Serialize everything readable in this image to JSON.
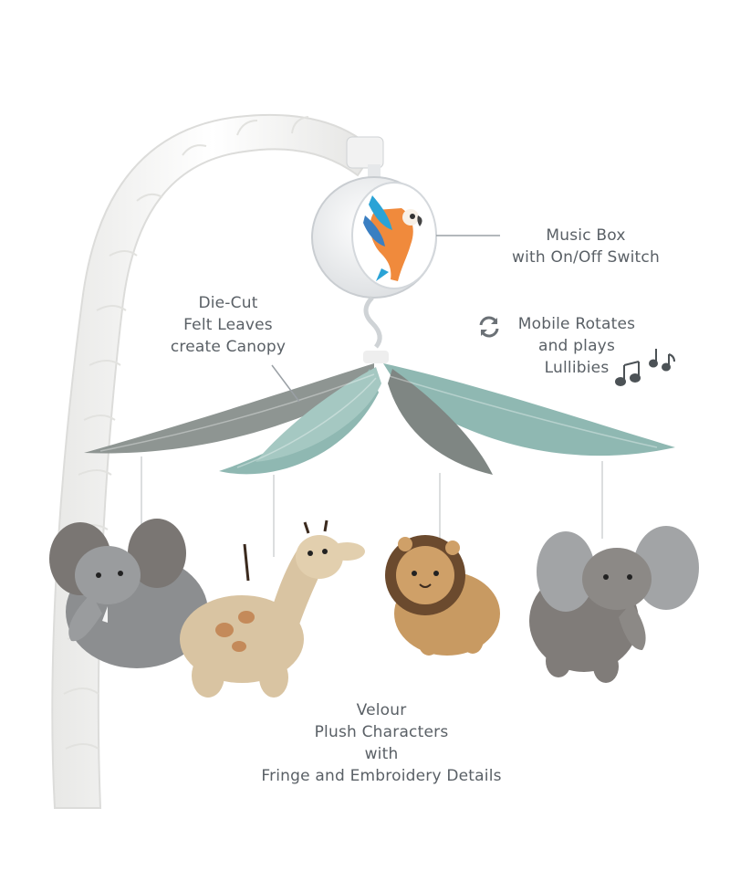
{
  "callouts": {
    "music_box": {
      "line1": "Music Box",
      "line2": "with On/Off Switch"
    },
    "leaves": {
      "line1": "Die-Cut",
      "line2": "Felt Leaves",
      "line3": "create Canopy"
    },
    "rotate": {
      "line1": "Mobile Rotates",
      "line2": "and plays",
      "line3": "Lullibies"
    },
    "plush": {
      "line1": "Velour",
      "line2": "Plush Characters",
      "line3": "with",
      "line4": "Fringe and Embroidery Details"
    }
  },
  "icons": {
    "rotate": "rotate-arrows-icon",
    "notes": "music-notes-icon",
    "parrot": "parrot-icon"
  },
  "colors": {
    "text": "#5a6066",
    "arm": "#f4f4f2",
    "leaf_teal": "#8fb8b2",
    "leaf_gray": "#8e9592",
    "elephant": "#8c8e90",
    "giraffe": "#d9c4a2",
    "lion": "#c89a62",
    "mane": "#6b4a2e"
  }
}
